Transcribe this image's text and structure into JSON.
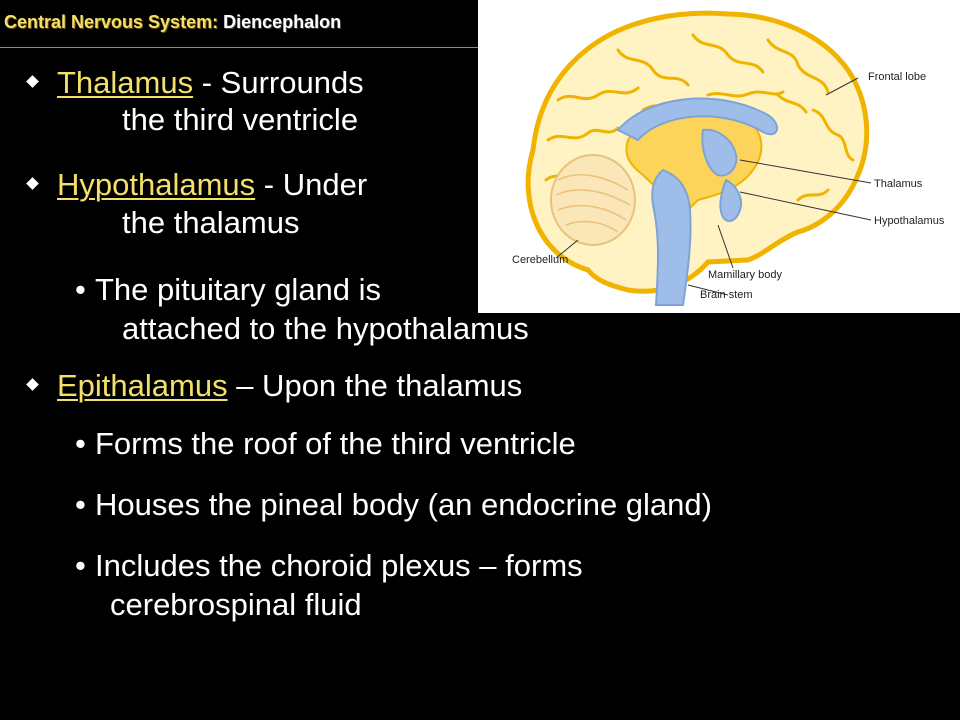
{
  "header": {
    "prefix": "Central Nervous System: ",
    "subject": "Diencephalon"
  },
  "figure": {
    "labels": {
      "frontal_lobe": "Frontal lobe",
      "thalamus": "Thalamus",
      "hypothalamus": "Hypothalamus",
      "cerebellum": "Cerebellum",
      "mamillary_body": "Mamillary body",
      "brain_stem": "Brain stem"
    }
  },
  "bullets": [
    {
      "term": "Thalamus",
      "rest": " - Surrounds",
      "cont": "the third ventricle"
    },
    {
      "term": "Hypothalamus",
      "rest": " - Under",
      "cont": "the thalamus"
    },
    {
      "term": "Epithalamus",
      "rest": " – Upon the thalamus"
    }
  ],
  "sub_bullets": [
    {
      "text": "The pituitary gland is",
      "cont": "attached to the hypothalamus"
    },
    {
      "text": "Forms the roof of the third ventricle"
    },
    {
      "text": "Houses the pineal body (an endocrine gland)"
    },
    {
      "text": "Includes the choroid plexus – forms",
      "cont": "cerebrospinal fluid"
    }
  ],
  "colors": {
    "term": "#f2e06b",
    "background": "#000000",
    "brain_fill": "#fcd45a",
    "brain_outline": "#f0b400",
    "ventricle_blue": "#9ebde8"
  }
}
